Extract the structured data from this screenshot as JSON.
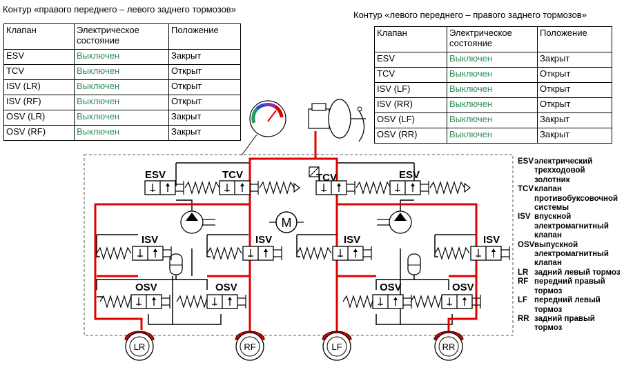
{
  "left_circuit": {
    "title": "Контур «правого переднего – левого заднего тормозов»",
    "headers": [
      "Клапан",
      "Электрическое состояние",
      "Положение"
    ],
    "rows": [
      {
        "valve": "ESV",
        "state": "Выключен",
        "position": "Закрыт"
      },
      {
        "valve": "TCV",
        "state": "Выключен",
        "position": "Открыт"
      },
      {
        "valve": "ISV (LR)",
        "state": "Выключен",
        "position": "Открыт"
      },
      {
        "valve": "ISV (RF)",
        "state": "Выключен",
        "position": "Открыт"
      },
      {
        "valve": "OSV (LR)",
        "state": "Выключен",
        "position": "Закрыт"
      },
      {
        "valve": "OSV (RF)",
        "state": "Выключен",
        "position": "Закрыт"
      }
    ]
  },
  "right_circuit": {
    "title": "Контур «левого переднего – правого заднего тормозов»",
    "headers": [
      "Клапан",
      "Электрическое состояние",
      "Положение"
    ],
    "rows": [
      {
        "valve": "ESV",
        "state": "Выключен",
        "position": "Закрыт"
      },
      {
        "valve": "TCV",
        "state": "Выключен",
        "position": "Открыт"
      },
      {
        "valve": "ISV (LF)",
        "state": "Выключен",
        "position": "Открыт"
      },
      {
        "valve": "ISV (RR)",
        "state": "Выключен",
        "position": "Открыт"
      },
      {
        "valve": "OSV (LF)",
        "state": "Выключен",
        "position": "Закрыт"
      },
      {
        "valve": "OSV (RR)",
        "state": "Выключен",
        "position": "Закрыт"
      }
    ]
  },
  "diagram": {
    "valve_labels": {
      "esv": "ESV",
      "tcv": "TCV",
      "isv": "ISV",
      "osv": "OSV",
      "motor": "M"
    },
    "wheels": [
      "LR",
      "RF",
      "LF",
      "RR"
    ]
  },
  "legend": [
    {
      "abbr": "ESV",
      "desc": "электрический трехходовой золотник"
    },
    {
      "abbr": "TCV",
      "desc": "клапан противобуксовочной системы"
    },
    {
      "abbr": "ISV",
      "desc": "впускной электромагнитный клапан"
    },
    {
      "abbr": "OSV",
      "desc": "выпускной электромагнитный клапан"
    },
    {
      "abbr": "LR",
      "desc": "задний левый тормоз"
    },
    {
      "abbr": "RF",
      "desc": "передний правый тормоз"
    },
    {
      "abbr": "LF",
      "desc": "передний левый тормоз"
    },
    {
      "abbr": "RR",
      "desc": "задний правый тормоз"
    }
  ],
  "colors": {
    "pressure_line": "#e00000",
    "state_text": "#2e8b57"
  }
}
